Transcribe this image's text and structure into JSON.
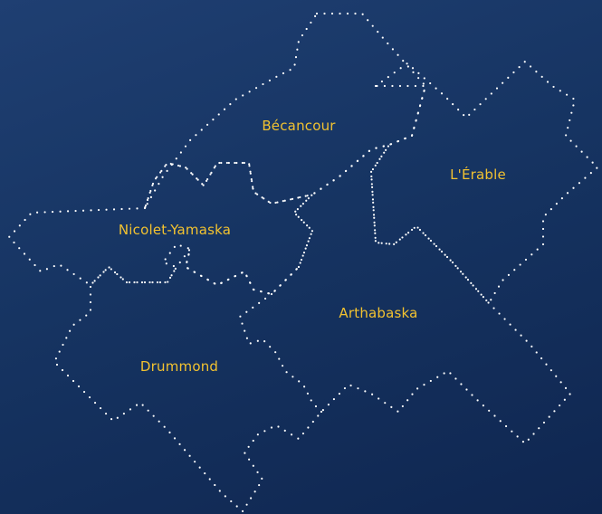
{
  "map": {
    "label_color": "#f2c230",
    "border_color": "#ffffff",
    "background": [
      "#1f3f72",
      "#0f2650"
    ],
    "regions": [
      {
        "id": "becancour",
        "name": "Bécancour"
      },
      {
        "id": "lerable",
        "name": "L'Érable"
      },
      {
        "id": "nicolet",
        "name": "Nicolet-Yamaska"
      },
      {
        "id": "arthabaska",
        "name": "Arthabaska"
      },
      {
        "id": "drummond",
        "name": "Drummond"
      }
    ]
  }
}
